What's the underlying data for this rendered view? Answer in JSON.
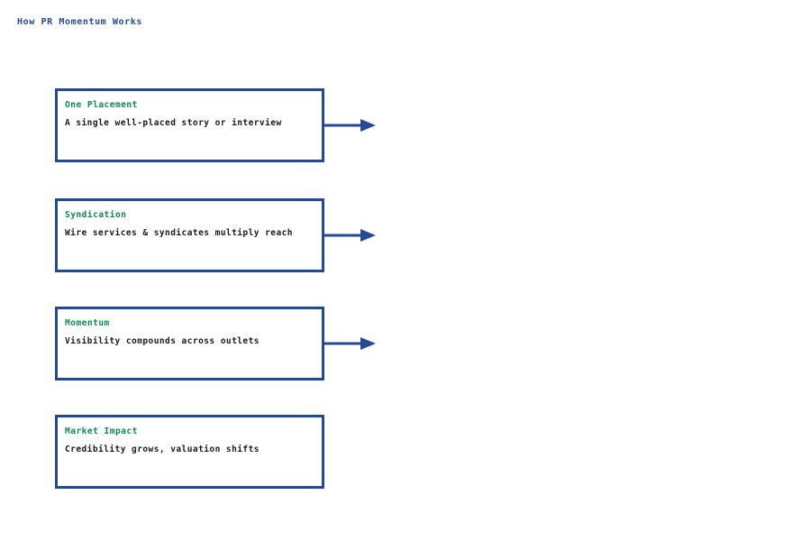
{
  "title": "How PR Momentum Works",
  "colors": {
    "border_blue": "#24499a",
    "title_blue": "#24499a",
    "header_green": "#0a8a50",
    "body_text": "#1a1a1a",
    "background": "#ffffff",
    "arrow": "#24499a"
  },
  "steps": [
    {
      "header": "One Placement",
      "body": "A single well-placed story or interview",
      "has_arrow": true
    },
    {
      "header": "Syndication",
      "body": "Wire services & syndicates multiply reach",
      "has_arrow": true
    },
    {
      "header": "Momentum",
      "body": "Visibility compounds across outlets",
      "has_arrow": true
    },
    {
      "header": "Market Impact",
      "body": "Credibility grows, valuation shifts",
      "has_arrow": false
    }
  ]
}
